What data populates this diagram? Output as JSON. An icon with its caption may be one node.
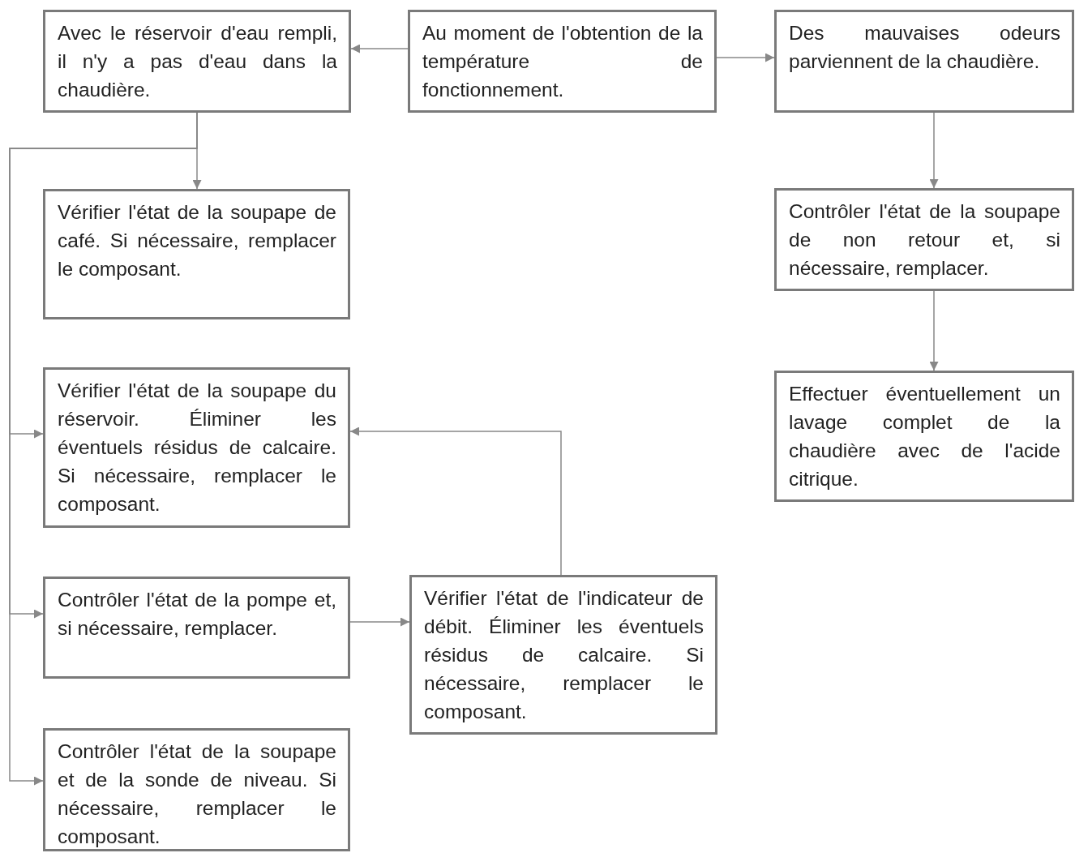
{
  "diagram": {
    "nodes": [
      {
        "text": [
          "Avec le réservoir d'eau rempli, il n'y a pas d'eau dans la chaudière."
        ]
      },
      {
        "text": [
          "Au moment de l'obtention de la température de fonctionnement."
        ]
      },
      {
        "text": [
          "Des mauvaises odeurs parviennent de la chaudière."
        ]
      },
      {
        "text": [
          "Vérifier l'état de la soupape de café. Si nécessaire, remplacer le composant."
        ]
      },
      {
        "text": [
          "Vérifier l'état de la soupape du réservoir. Éliminer les éventuels résidus de calcaire. Si nécessaire, remplacer le composant."
        ]
      },
      {
        "text": [
          "Contrôler l'état de la pompe et, si nécessaire, remplacer."
        ]
      },
      {
        "text": [
          "Vérifier l'état de l'indicateur de débit. Éliminer les éventuels résidus de calcaire. Si nécessaire, remplacer le composant."
        ]
      },
      {
        "text": [
          "Contrôler l'état de la soupape et de la sonde de niveau. Si nécessaire, remplacer le composant."
        ]
      },
      {
        "text": [
          "Contrôler l'état de la soupape de non retour et, si nécessaire, remplacer."
        ]
      },
      {
        "text": [
          "Effectuer éventuellement un lavage complet de la chaudière avec de l'acide citrique."
        ]
      }
    ],
    "edges": [
      {
        "from": 1,
        "to": 0,
        "arrow": "to"
      },
      {
        "from": 1,
        "to": 2,
        "arrow": "to"
      },
      {
        "from": 0,
        "to": 3,
        "arrow": "to"
      },
      {
        "from": 0,
        "to": 4,
        "arrow": "to"
      },
      {
        "from": 0,
        "to": 5,
        "arrow": "to"
      },
      {
        "from": 0,
        "to": 7,
        "arrow": "to"
      },
      {
        "from": 5,
        "to": 6,
        "arrow": "to"
      },
      {
        "from": 6,
        "to": 4,
        "arrow": "to"
      },
      {
        "from": 2,
        "to": 8,
        "arrow": "to"
      },
      {
        "from": 8,
        "to": 9,
        "arrow": "to"
      }
    ]
  }
}
